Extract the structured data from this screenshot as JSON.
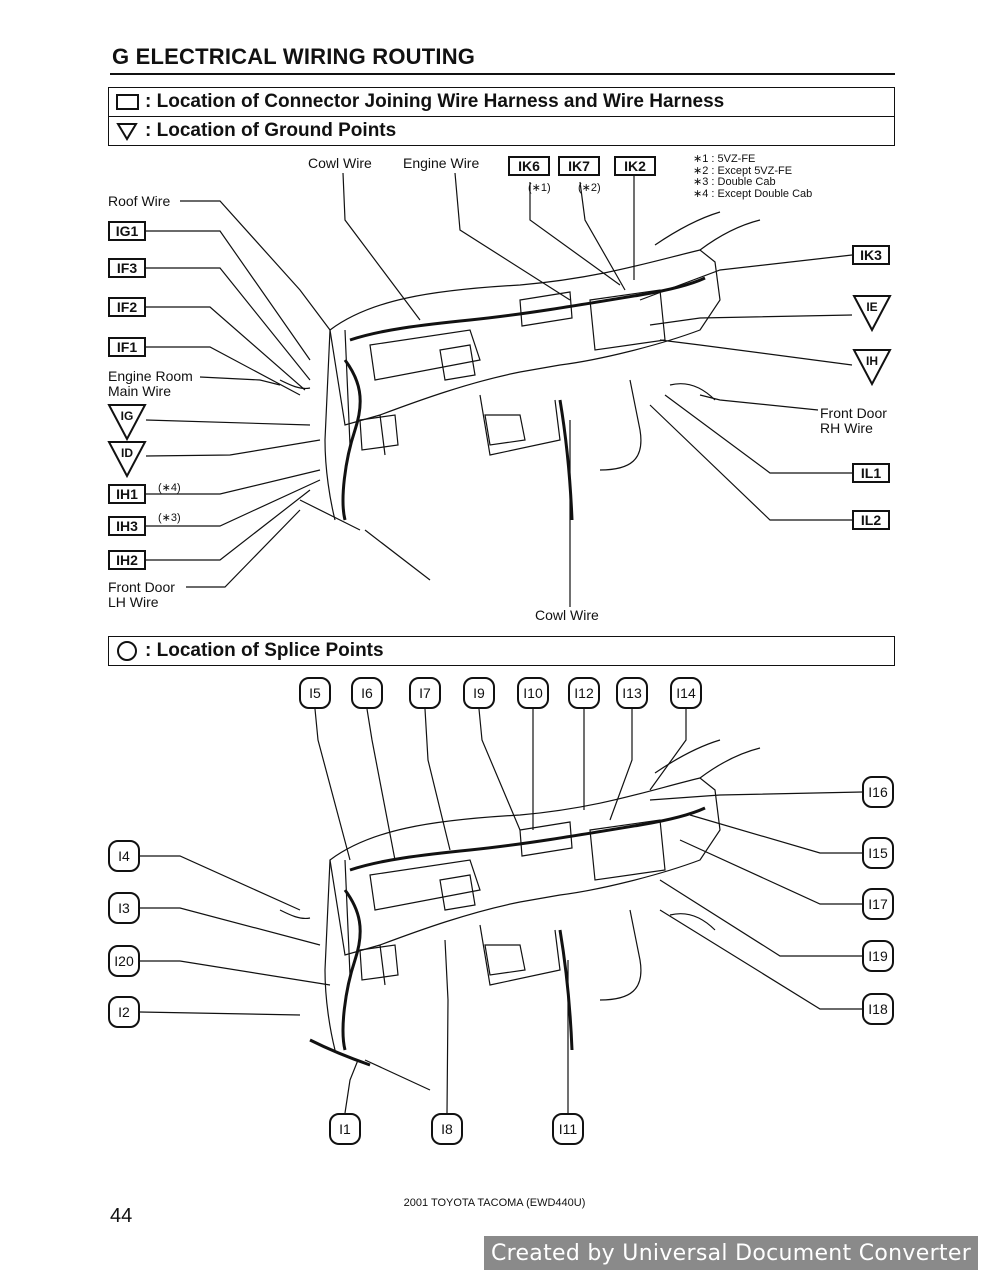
{
  "header": {
    "title": "G  ELECTRICAL WIRING ROUTING"
  },
  "legend": {
    "connector": ": Location of Connector Joining Wire Harness and Wire Harness",
    "ground": ": Location of Ground Points",
    "splice": ": Location of Splice Points"
  },
  "notes": [
    "∗1 : 5VZ-FE",
    "∗2 : Except 5VZ-FE",
    "∗3 : Double Cab",
    "∗4 : Except Double Cab"
  ],
  "wire_labels": {
    "cowl_top": "Cowl Wire",
    "engine": "Engine Wire",
    "roof": "Roof Wire",
    "engine_room_1": "Engine Room",
    "engine_room_2": "Main Wire",
    "front_door_rh_1": "Front Door",
    "front_door_rh_2": "RH Wire",
    "front_door_lh_1": "Front Door",
    "front_door_lh_2": "LH Wire",
    "cowl_bottom": "Cowl Wire"
  },
  "connectors": {
    "ik6": "IK6",
    "ik7": "IK7",
    "ik2": "IK2",
    "ik3": "IK3",
    "ig1": "IG1",
    "if3": "IF3",
    "if2": "IF2",
    "if1": "IF1",
    "ih1": "IH1",
    "ih3": "IH3",
    "ih2": "IH2",
    "il1": "IL1",
    "il2": "IL2"
  },
  "connector_notes": {
    "ik6": "(∗1)",
    "ik7": "(∗2)",
    "ih1": "(∗4)",
    "ih3": "(∗3)"
  },
  "grounds": {
    "ie": "IE",
    "ih": "IH",
    "ig": "IG",
    "id": "ID"
  },
  "splices": {
    "i5": "I5",
    "i6": "I6",
    "i7": "I7",
    "i9": "I9",
    "i10": "I10",
    "i12": "I12",
    "i13": "I13",
    "i14": "I14",
    "i16": "I16",
    "i15": "I15",
    "i17": "I17",
    "i19": "I19",
    "i18": "I18",
    "i4": "I4",
    "i3": "I3",
    "i20": "I20",
    "i2": "I2",
    "i1": "I1",
    "i8": "I8",
    "i11": "I11"
  },
  "footer": {
    "model": "2001 TOYOTA TACOMA (EWD440U)",
    "page_number": "44"
  },
  "watermark": "Created by Universal Document Converter"
}
